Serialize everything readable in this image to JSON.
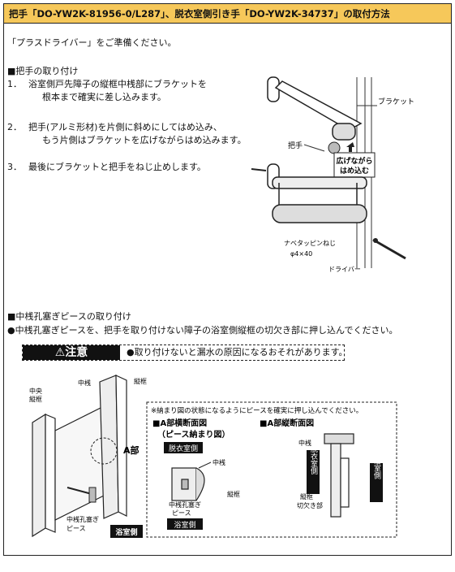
{
  "title": "把手「DO-YW2K-81956-0/L287」、脱衣室側引き手「DO-YW2K-34737」の取付方法",
  "intro": "「プラスドライバー」をご準備ください。",
  "handle_section": {
    "heading": "■把手の取り付け",
    "steps": [
      {
        "num": "1．",
        "line1": "浴室側戸先障子の縦框中桟部にブラケットを",
        "line2": "根本まで確実に差し込みます。"
      },
      {
        "num": "2．",
        "line1": "把手(アルミ形材)を片側に斜めにしてはめ込み、",
        "line2": "もう片側はブラケットを広げながらはめ込みます。"
      },
      {
        "num": "3．",
        "line1": "最後にブラケットと把手をねじ止めします。",
        "line2": ""
      }
    ],
    "fig_labels": {
      "bracket": "ブラケット",
      "handle": "把手",
      "spread1": "広げながら",
      "spread2": "はめ込む",
      "screw1": "ナベタッピンねじ",
      "screw2": "φ4×40",
      "driver": "ドライバー"
    }
  },
  "plug_section": {
    "heading": "■中桟孔塞ぎピースの取り付け",
    "desc": "●中桟孔塞ぎピースを、把手を取り付けない障子の浴室側縦框の切欠き部に押し込んでください。",
    "caution_label": "⚠注意",
    "caution_text": "●取り付けないと漏水の原因になるおそれがあります。",
    "note": "※納まり図の状態になるようにピースを確実に押し込んでください。",
    "fig_left": {
      "center_frame1": "中央",
      "center_frame2": "縦框",
      "mid_rail": "中桟",
      "vert_frame": "縦框",
      "part_a": "A部",
      "plug1": "中桟孔塞ぎ",
      "plug2": "ピース",
      "bath_side": "浴室側"
    },
    "fig_a_h": {
      "heading1": "■A部横断面図",
      "heading2": "（ピース納まり図）",
      "dressing": "脱衣室側",
      "mid_rail": "中桟",
      "vert_frame": "縦框",
      "plug1": "中桟孔塞ぎ",
      "plug2": "ピース",
      "bath": "浴室側"
    },
    "fig_a_v": {
      "heading": "■A部縦断面図",
      "mid_rail": "中桟",
      "dressing": "脱衣室側",
      "bath": "浴室側",
      "vert_frame": "縦框",
      "notch": "切欠き部"
    }
  }
}
